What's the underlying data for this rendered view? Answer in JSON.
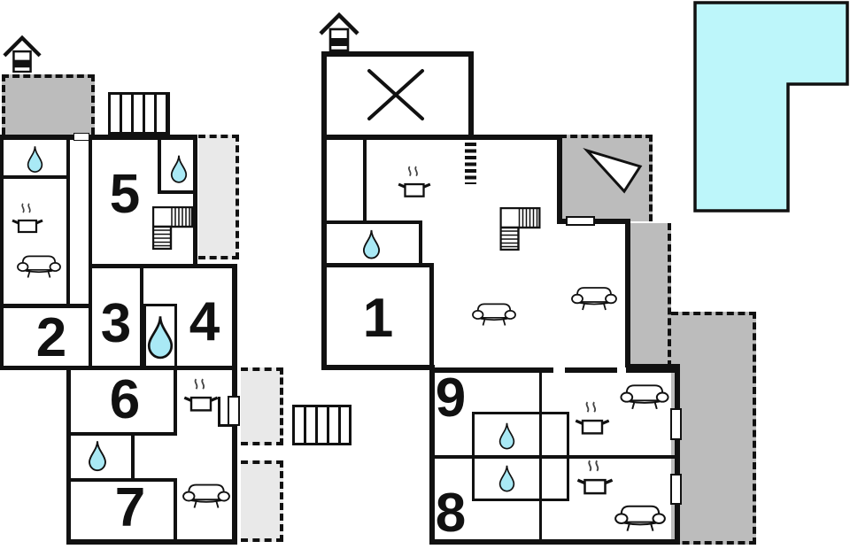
{
  "plan_type": "two-building holiday-home floor plan with swimming pool",
  "rooms": {
    "r1": {
      "label": "1"
    },
    "r2": {
      "label": "2"
    },
    "r3": {
      "label": "3"
    },
    "r4": {
      "label": "4"
    },
    "r5": {
      "label": "5"
    },
    "r6": {
      "label": "6"
    },
    "r7": {
      "label": "7"
    },
    "r8": {
      "label": "8"
    },
    "r9": {
      "label": "9"
    }
  },
  "icons": {
    "water_drop": "teardrop (water / bathroom)",
    "stove": "cooking pot with steam (kitchen)",
    "sofa": "couch front view (living area)",
    "stairs": "L-shaped staircase",
    "chimney": "house gable with chimney flue",
    "pool": "swimming pool (L-shaped cyan area)",
    "closed_area": "X cross (not available room)",
    "terrace_pointer": "white triangle arrow on terrace",
    "outdoor_steps": "striped steps / pergola bar",
    "door_window": "white rectangle opening in wall"
  },
  "colors": {
    "wall": "#111111",
    "water": "#a9e9f5",
    "pool": "#bdf6fa",
    "terrace-dark": "#bcbcbc",
    "terrace-light": "#e9e9e9"
  }
}
